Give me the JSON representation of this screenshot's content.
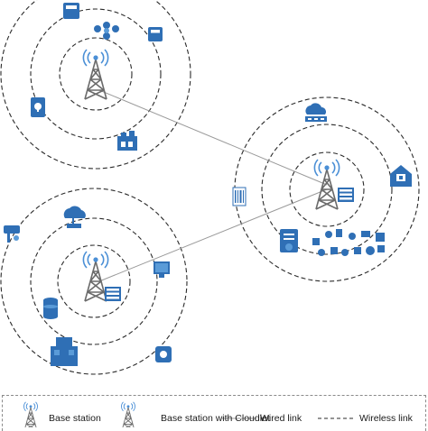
{
  "diagram": {
    "colors": {
      "ring": "#2b2b2b",
      "link": "#9a9a9a",
      "icon_blue": "#2f6fb5",
      "icon_light": "#5a9bd8",
      "tower": "#6b6b6b",
      "signal": "#4a8fd6"
    },
    "cells": [
      {
        "name": "cell-top-left",
        "icons": [
          "iot-tag-icon",
          "drone-icon",
          "iot-tag-icon",
          "lock-icon",
          "factory-icon"
        ]
      },
      {
        "name": "cell-right",
        "icons": [
          "cloud-server-icon",
          "smart-home-icon",
          "barcode-icon",
          "document-icon",
          "iot-devices-cluster-icon",
          "server-rack-icon"
        ]
      },
      {
        "name": "cell-bottom-left",
        "icons": [
          "cloud-icon",
          "security-camera-icon",
          "database-icon",
          "cube-stack-icon",
          "monitor-icon",
          "media-icon",
          "server-rack-icon"
        ]
      }
    ]
  },
  "legend": {
    "base_station": "Base station",
    "base_station_cloudlet": "Base station with Cloudlet",
    "wired_link": "Wired link",
    "wireless_link": "Wireless link"
  }
}
